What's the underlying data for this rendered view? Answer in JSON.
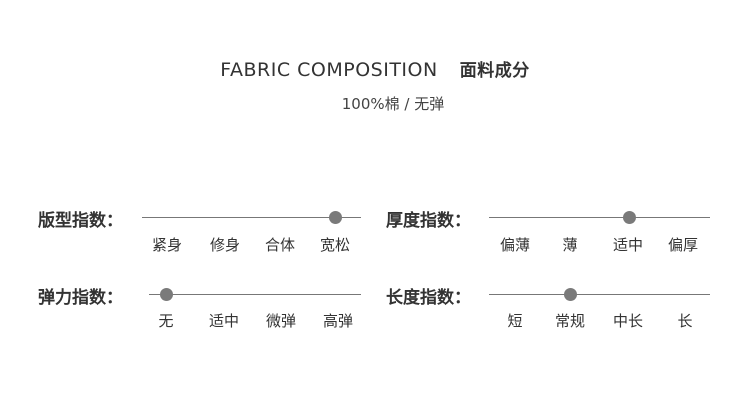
{
  "header": {
    "title_en": "FABRIC  COMPOSITION",
    "title_cn": "面料成分",
    "composition": "100%棉 / 无弹"
  },
  "indices": [
    {
      "label": "版型指数：",
      "options": [
        "紧身",
        "修身",
        "合体",
        "宽松"
      ],
      "selected": "宽松"
    },
    {
      "label": "厚度指数：",
      "options": [
        "偏薄",
        "薄",
        "适中",
        "偏厚"
      ],
      "selected": "适中"
    },
    {
      "label": "弹力指数：",
      "options": [
        "无",
        "适中",
        "微弹",
        "高弹"
      ],
      "selected": "无"
    },
    {
      "label": "长度指数：",
      "options": [
        "短",
        "常规",
        "中长",
        "长"
      ],
      "selected": "常规"
    }
  ],
  "colors": {
    "text": "#333333",
    "track": "#777777",
    "indicator": "#7a7a7a"
  }
}
